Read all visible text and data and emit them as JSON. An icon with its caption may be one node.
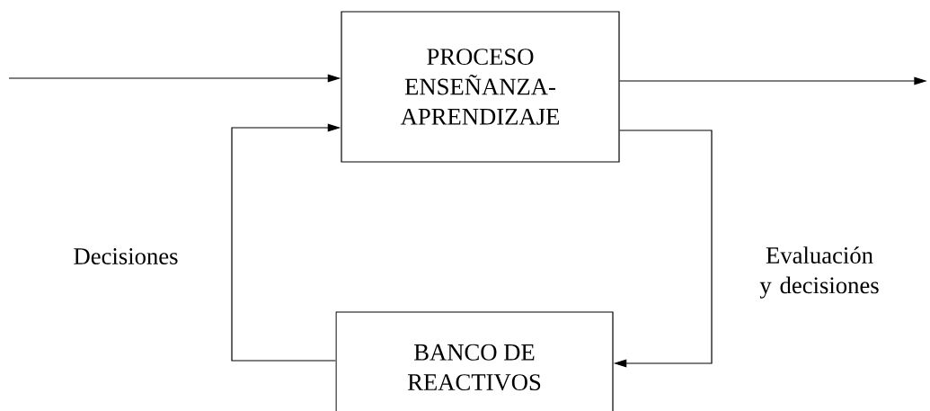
{
  "diagram": {
    "nodes": [
      {
        "text": [
          "PROCESO ENSEÑANZA-APRENDIZAJE"
        ]
      },
      {
        "text": [
          "BANCO DE REACTIVOS"
        ]
      }
    ],
    "edges": [
      {
        "from": null,
        "to": 0,
        "arrow": "to"
      },
      {
        "from": 0,
        "to": null,
        "arrow": "to"
      },
      {
        "from": 0,
        "to": 1,
        "arrow": "to",
        "label": "Evaluación y decisiones"
      },
      {
        "from": 1,
        "to": 0,
        "arrow": "to",
        "label": "Decisiones"
      }
    ]
  }
}
